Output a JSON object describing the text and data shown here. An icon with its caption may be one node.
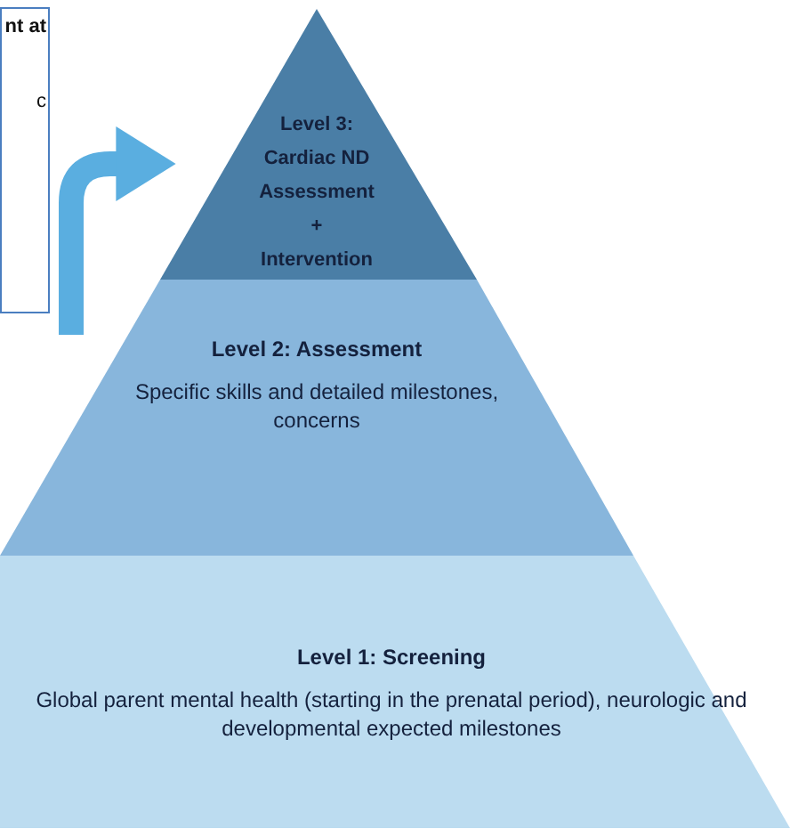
{
  "diagram": {
    "nodes": [
      {
        "text": [
          "nt at",
          "c"
        ]
      },
      {
        "text": [
          "Level 3: Cardiac ND Assessment + Intervention"
        ]
      },
      {
        "text": [
          "Level 2: Assessment",
          "Specific skills and detailed milestones, concerns"
        ]
      },
      {
        "text": [
          "Level 1: Screening",
          "Global parent mental health (starting in the prenatal period), neurologic and developmental expected milestones"
        ]
      }
    ],
    "edges": [
      {
        "from": null,
        "to": 1,
        "arrow": "to"
      }
    ]
  }
}
